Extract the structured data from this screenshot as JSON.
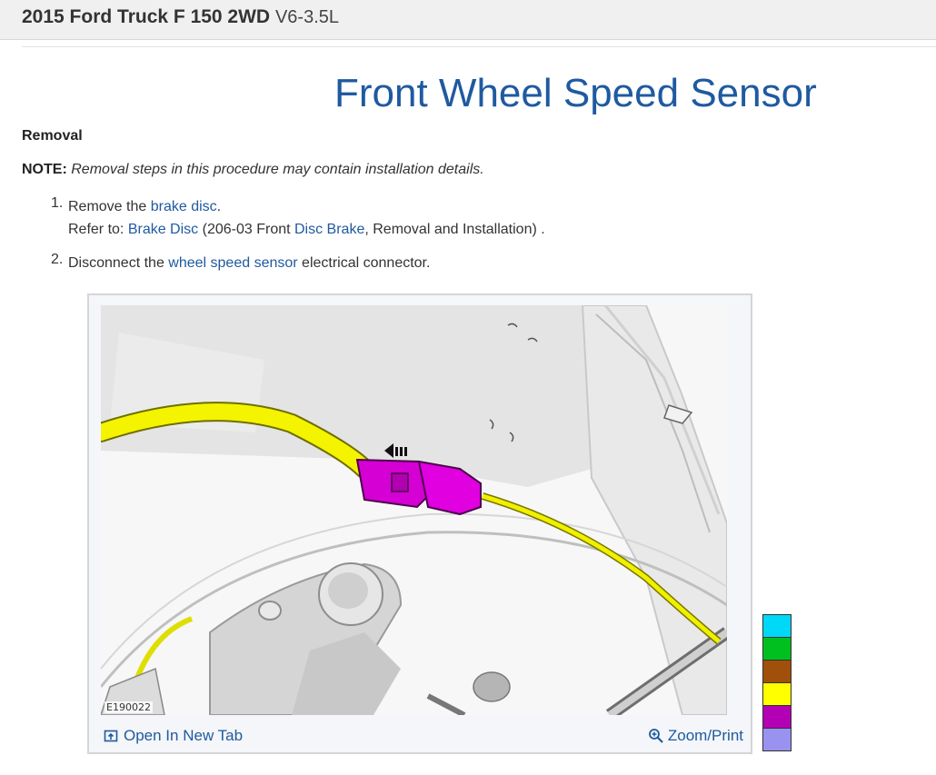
{
  "header": {
    "vehicle": "2015 Ford Truck F 150 2WD",
    "engine": "V6-3.5L"
  },
  "page_title": "Front Wheel Speed Sensor",
  "section": "Removal",
  "note": {
    "label": "NOTE:",
    "text": "Removal steps in this procedure may contain installation details."
  },
  "steps": [
    {
      "number": "1.",
      "text_before": "Remove the ",
      "link": "brake disc",
      "text_after": ".",
      "refer_prefix": "Refer to: ",
      "refer_link": "Brake Disc",
      "refer_mid": " (206-03 Front ",
      "refer_link2": "Disc Brake",
      "refer_after": ", Removal and Installation) ."
    },
    {
      "number": "2.",
      "text_before": "Disconnect the ",
      "link": "wheel speed sensor",
      "text_after": " electrical connector."
    }
  ],
  "figure": {
    "caption": "E190022",
    "open_tab_label": "Open In New Tab",
    "zoom_print_label": "Zoom/Print",
    "icons": [
      "open-new-tab-icon",
      "zoom-icon"
    ]
  },
  "color_swatches": [
    "#00d8f8",
    "#00c020",
    "#a0500a",
    "#ffff00",
    "#b400b4",
    "#9a92f0"
  ],
  "colors": {
    "link": "#1f5aa0",
    "title": "#1f5aa0"
  }
}
